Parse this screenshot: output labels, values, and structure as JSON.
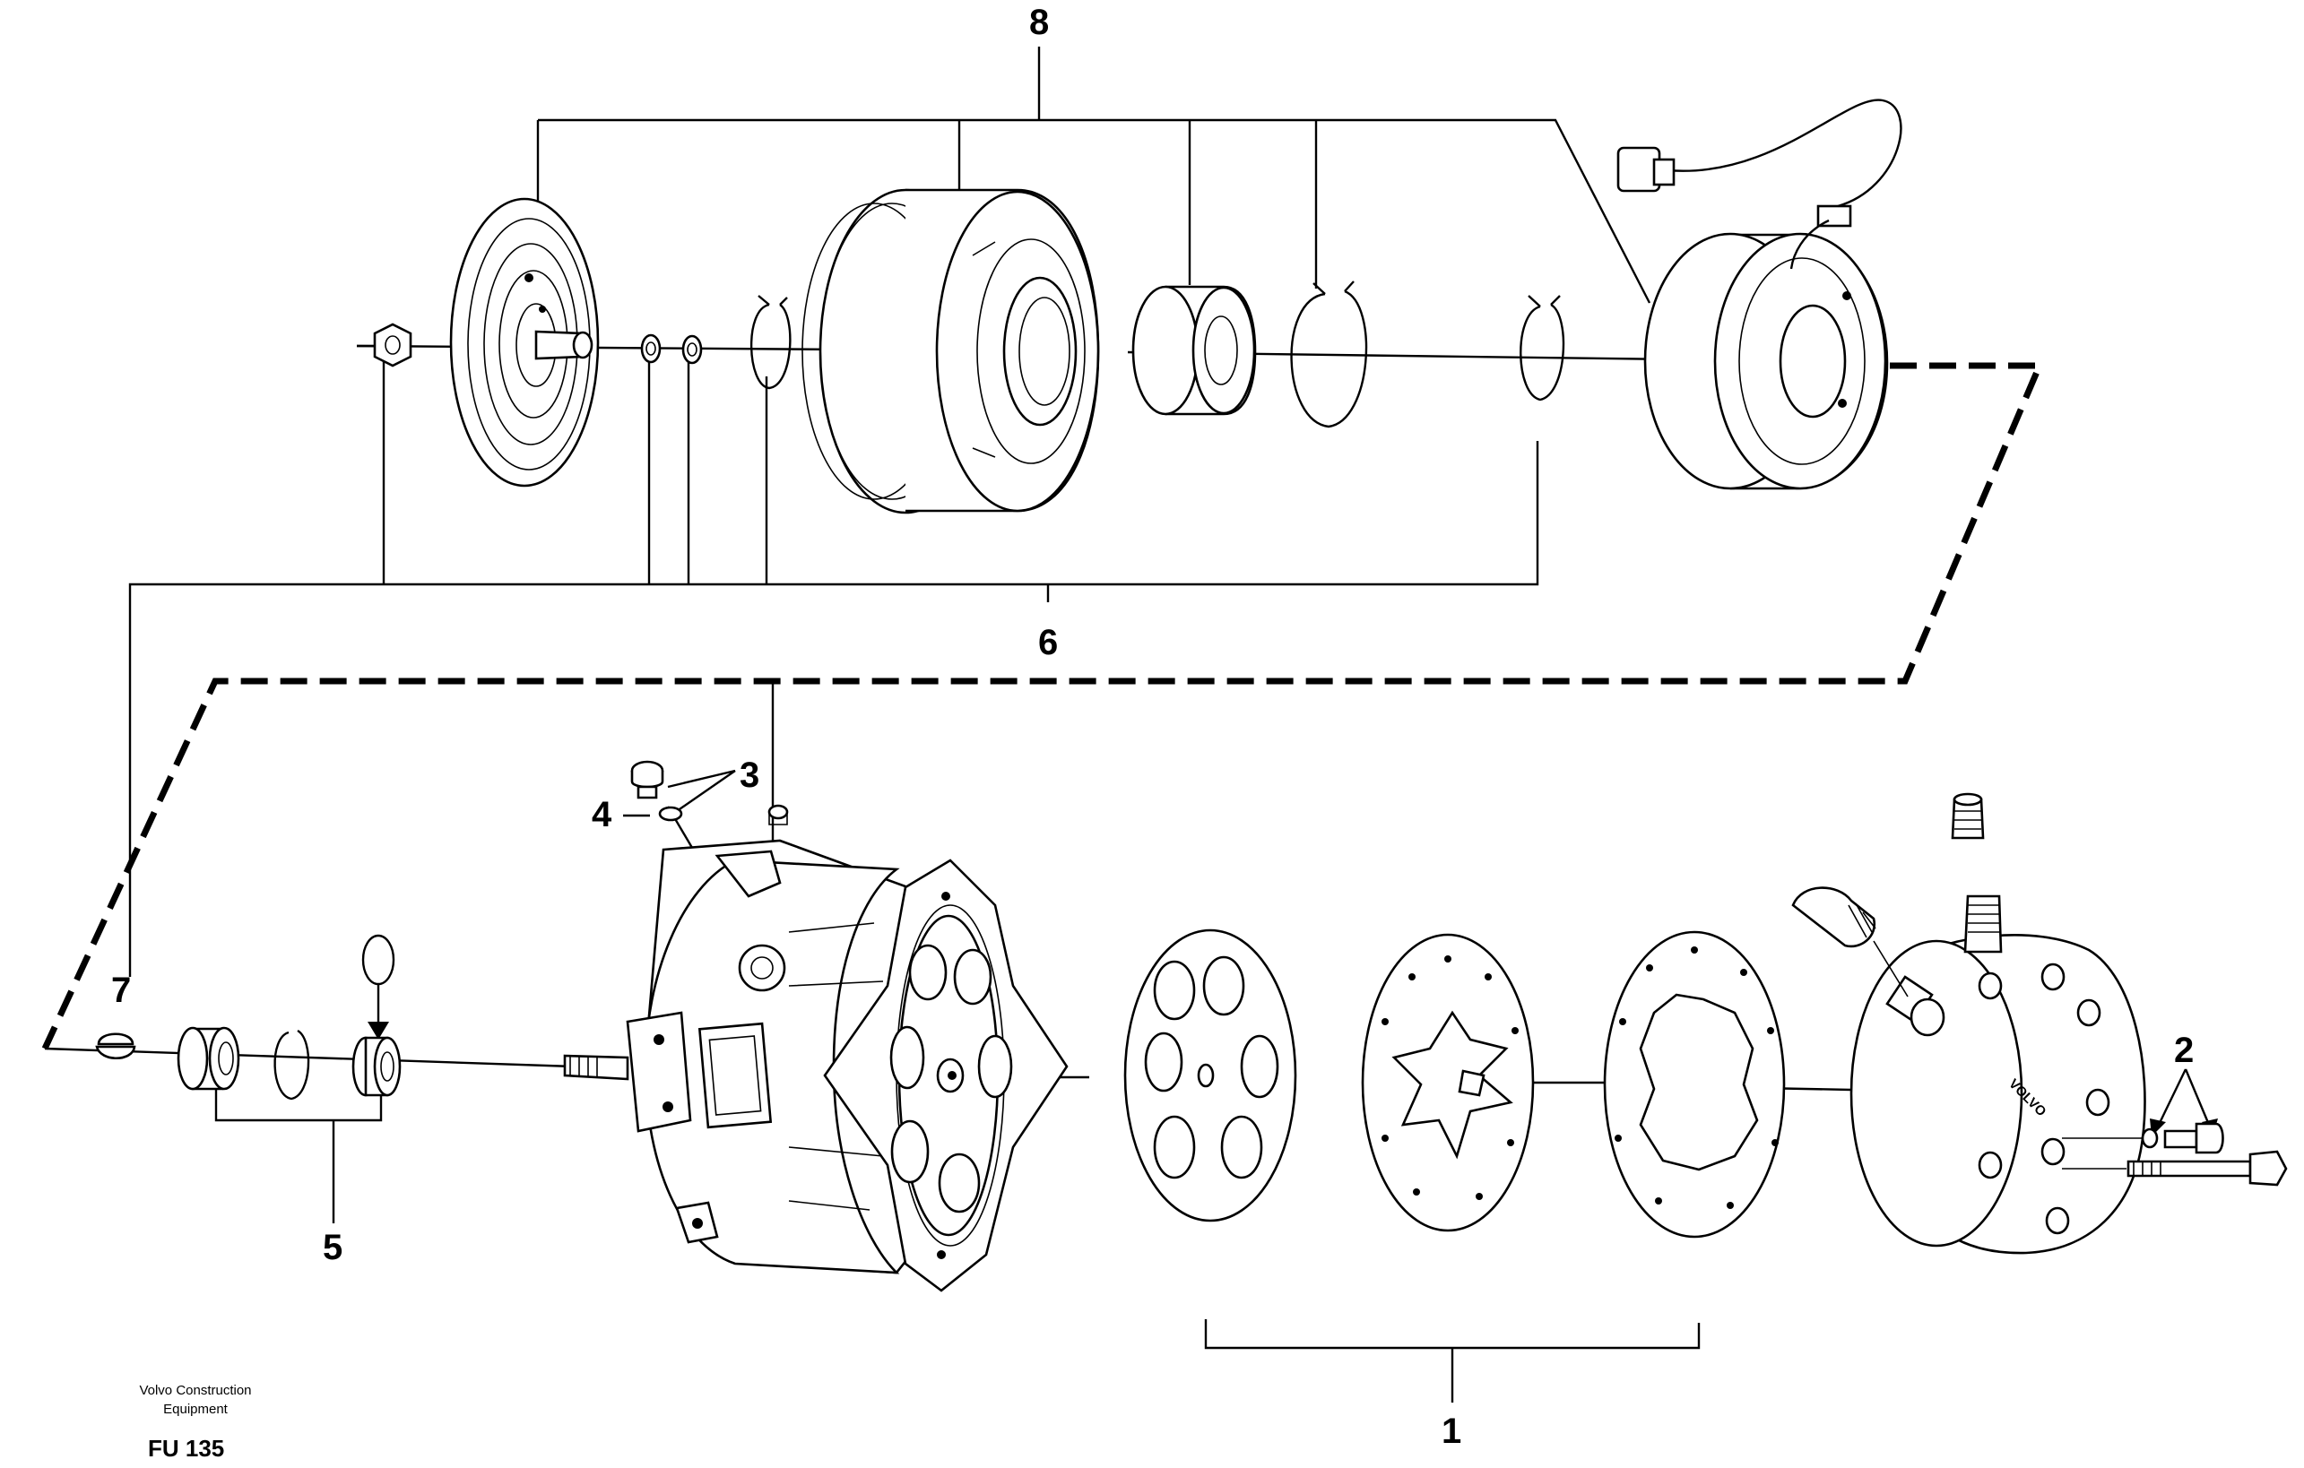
{
  "callouts": {
    "c1": "1",
    "c2": "2",
    "c3": "3",
    "c4": "4",
    "c5": "5",
    "c6": "6",
    "c7": "7",
    "c8": "8"
  },
  "footer": {
    "maker_line1": "Volvo Construction",
    "maker_line2": "Equipment",
    "code": "FU 135"
  },
  "part_markings": {
    "head_brand": "VOLVO"
  }
}
